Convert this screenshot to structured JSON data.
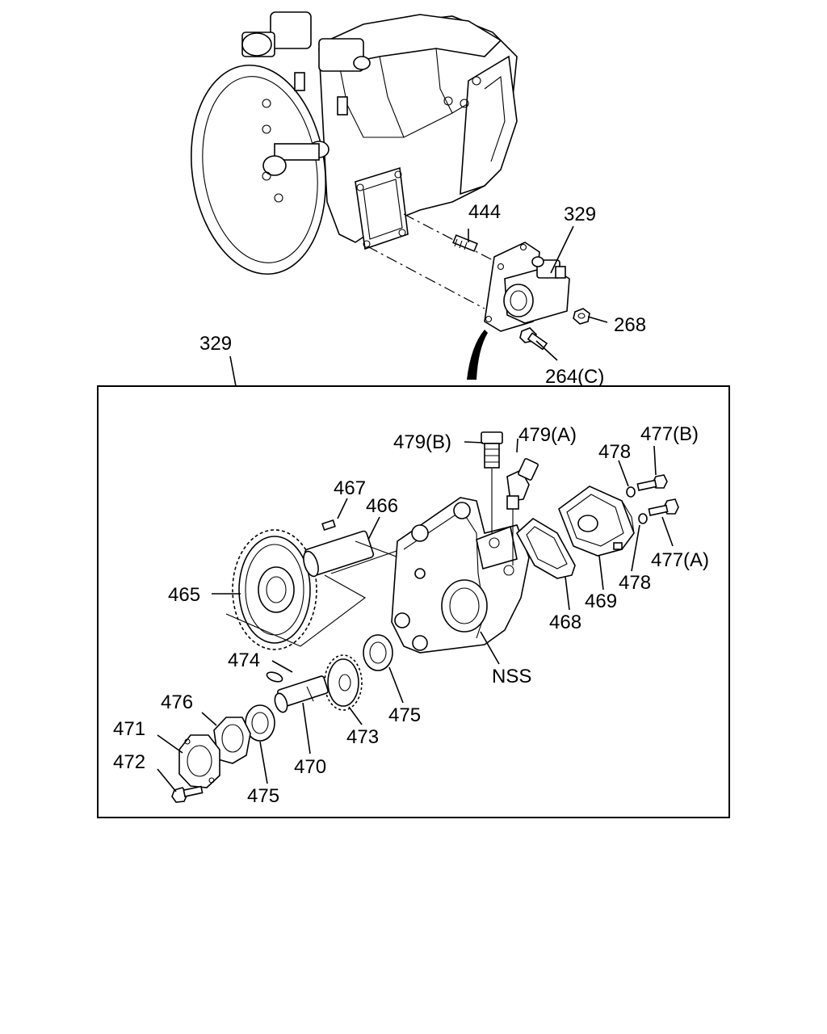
{
  "labels": {
    "l444": "444",
    "l329_top": "329",
    "l268": "268",
    "l264c": "264(C)",
    "l329_box": "329",
    "l479b": "479(B)",
    "l479a": "479(A)",
    "l477b": "477(B)",
    "l478_top": "478",
    "l467": "467",
    "l466": "466",
    "l465": "465",
    "l477a": "477(A)",
    "l478_bot": "478",
    "l469": "469",
    "l468": "468",
    "l474": "474",
    "lnss": "NSS",
    "l476": "476",
    "l475_right": "475",
    "l471": "471",
    "l473": "473",
    "l472": "472",
    "l470": "470",
    "l475_left": "475"
  }
}
